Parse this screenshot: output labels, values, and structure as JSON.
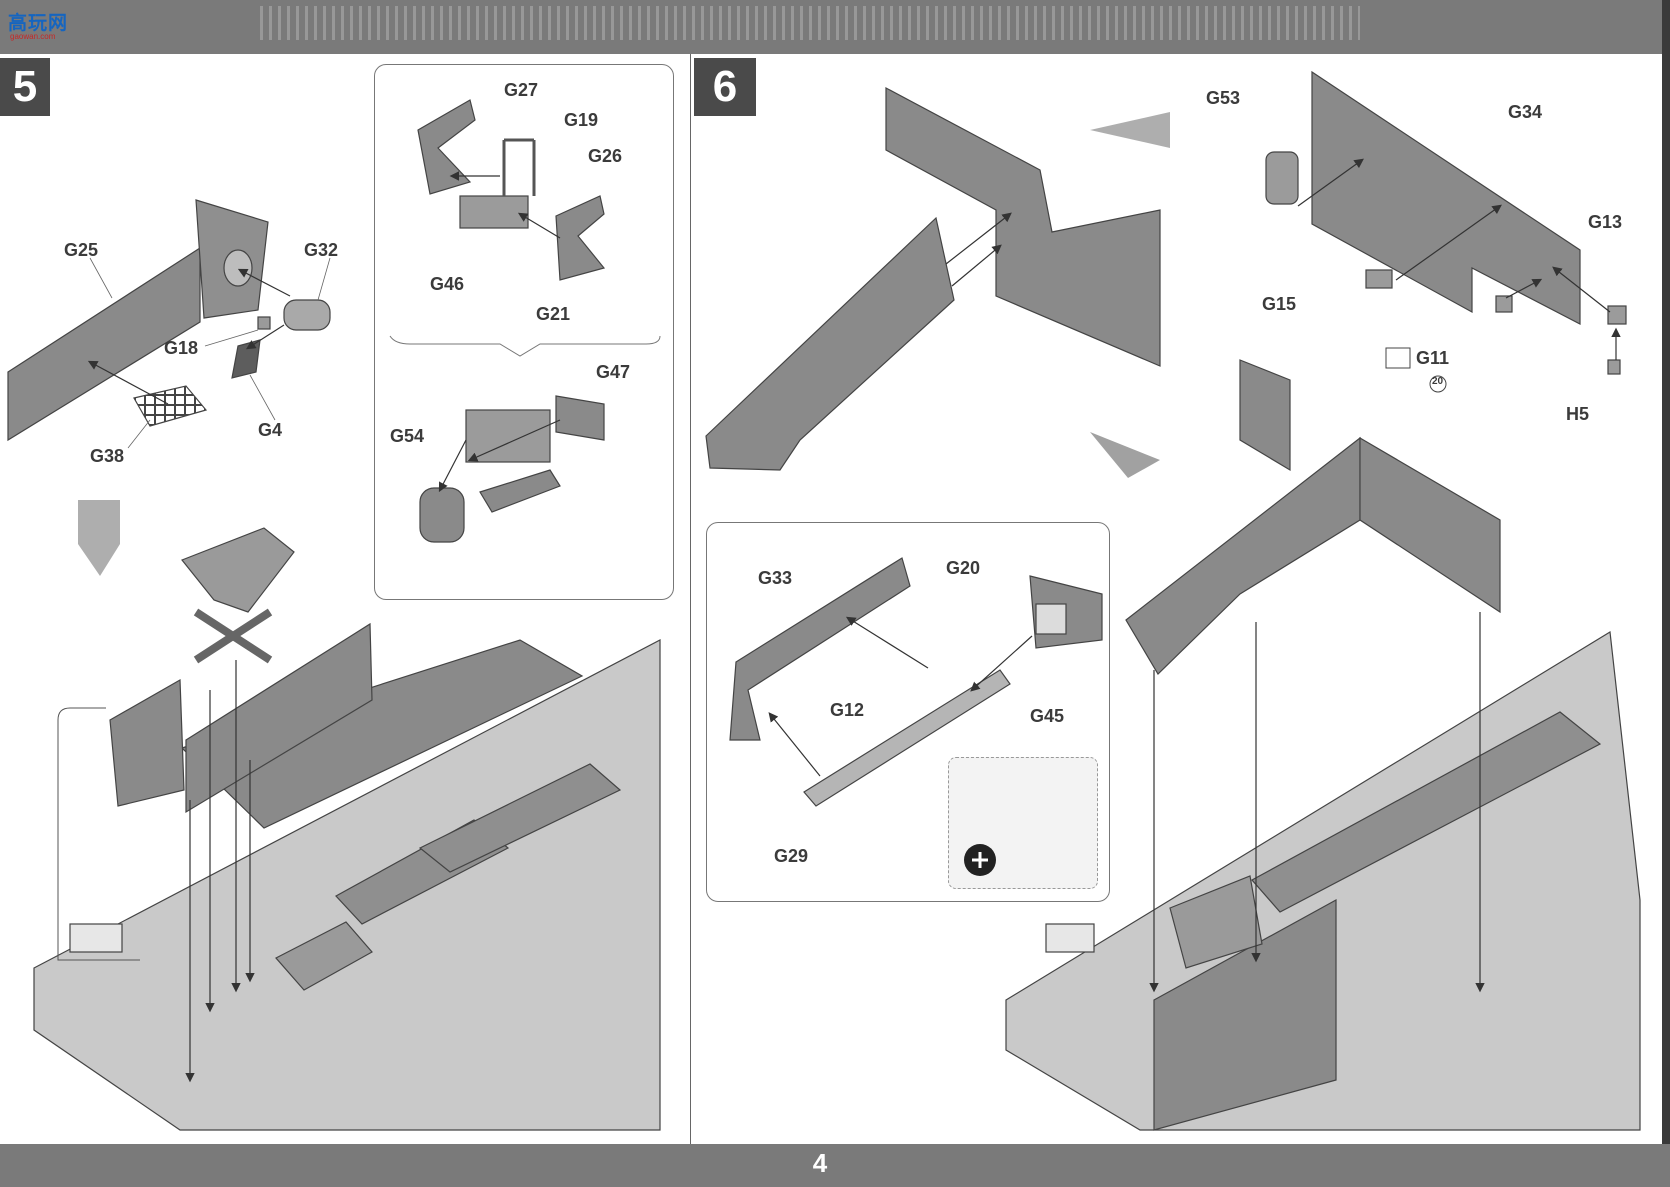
{
  "watermark": {
    "text": "高玩网",
    "subtext": "gaowan.com"
  },
  "page_number": "4",
  "steps": [
    {
      "number": "5",
      "labels": [
        "G25",
        "G32",
        "G18",
        "G4",
        "G38",
        "G27",
        "G19",
        "G26",
        "G46",
        "G21",
        "G47",
        "G54"
      ]
    },
    {
      "number": "6",
      "labels": [
        "G53",
        "G34",
        "G13",
        "G15",
        "G11",
        "H5",
        "G33",
        "G20",
        "G12",
        "G45",
        "G29"
      ]
    }
  ],
  "icons": {
    "decal_number": "20"
  },
  "colors": {
    "band": "#7a7a7a",
    "part": "#8a8a8a",
    "part_dark": "#5d5d5d",
    "step_box": "#4a4a4a"
  }
}
